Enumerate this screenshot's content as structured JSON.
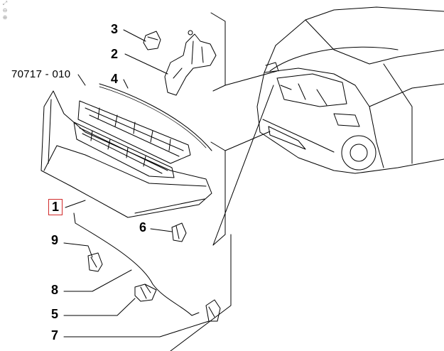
{
  "diagram": {
    "ref_code": "70717 - 010",
    "callouts": [
      "1",
      "2",
      "3",
      "4",
      "5",
      "6",
      "7",
      "8",
      "9"
    ],
    "highlighted_callout": "1",
    "highlight_color": "#d12a2a",
    "line_color": "#000000"
  },
  "toolbar": {
    "icons": [
      "expand-icon",
      "zoom-out-icon",
      "zoom-in-icon"
    ],
    "glyphs": [
      "⤢",
      "⊖",
      "⊕"
    ]
  }
}
